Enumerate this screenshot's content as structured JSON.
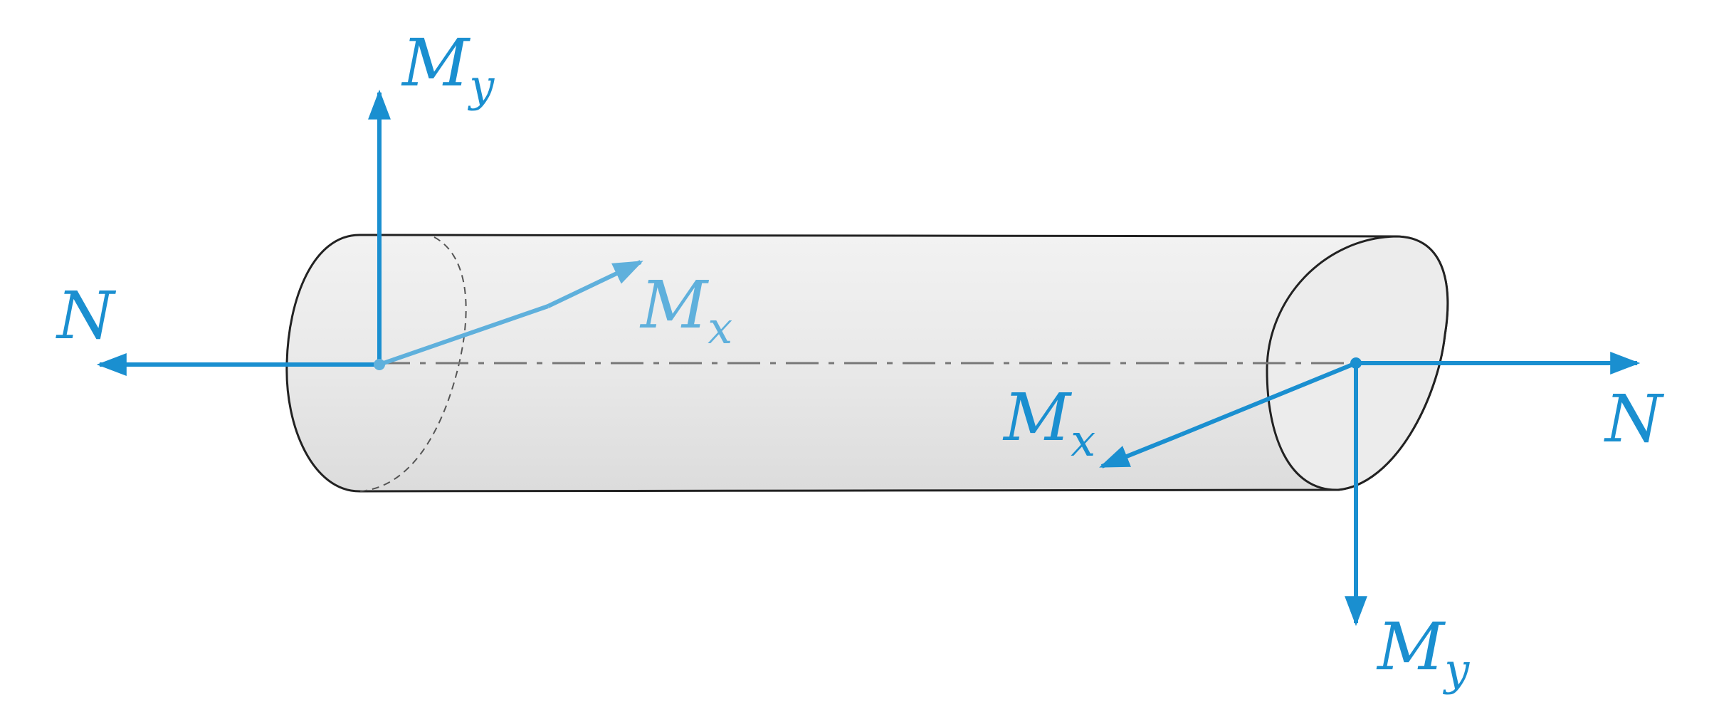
{
  "colors": {
    "vector": "#1a8fd0",
    "vector_light": "#5fb0dc",
    "outline": "#222222",
    "body_fill": "#e6e6e6",
    "axis": "#777777"
  },
  "labels": {
    "left_axial": {
      "symbol": "N",
      "subscript": ""
    },
    "left_moment_y": {
      "symbol": "M",
      "subscript": "y"
    },
    "left_moment_x": {
      "symbol": "M",
      "subscript": "x"
    },
    "right_axial": {
      "symbol": "N",
      "subscript": ""
    },
    "right_moment_x": {
      "symbol": "M",
      "subscript": "x"
    },
    "right_moment_y": {
      "symbol": "M",
      "subscript": "y"
    }
  }
}
